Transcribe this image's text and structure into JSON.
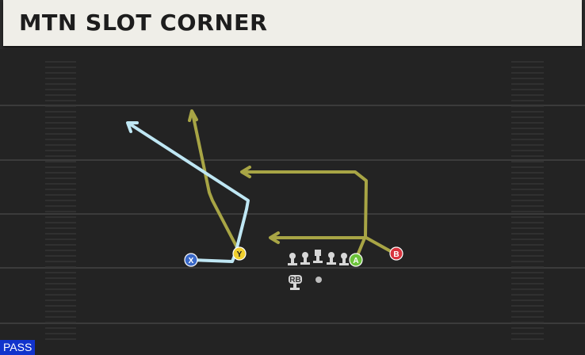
{
  "play": {
    "name": "MTN SLOT CORNER",
    "formation_type": "PASS"
  },
  "receivers": [
    {
      "id": "X",
      "color": "#3a69c8",
      "text_color": "#ffffff"
    },
    {
      "id": "Y",
      "color": "#f0cf2e",
      "text_color": "#222222"
    },
    {
      "id": "A",
      "color": "#6cc23a",
      "text_color": "#ffffff"
    },
    {
      "id": "B",
      "color": "#d8333d",
      "text_color": "#ffffff"
    }
  ],
  "backfield": {
    "rb_label": "RB"
  },
  "route_colors": {
    "primary": "#a8a545",
    "highlight": "#bfe7f4"
  }
}
